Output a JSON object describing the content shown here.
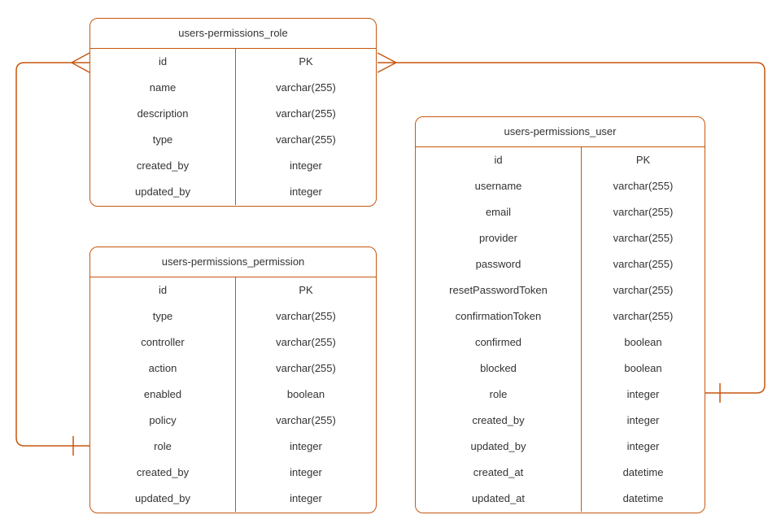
{
  "diagram": {
    "kind": "entity-relationship-diagram",
    "colors": {
      "accent": "#C5570F",
      "text": "#333333",
      "background": "#FFFFFF"
    }
  },
  "tables": [
    {
      "title": "users-permissions_role",
      "rows": [
        {
          "field": "id",
          "type": "PK"
        },
        {
          "field": "name",
          "type": "varchar(255)"
        },
        {
          "field": "description",
          "type": "varchar(255)"
        },
        {
          "field": "type",
          "type": "varchar(255)"
        },
        {
          "field": "created_by",
          "type": "integer"
        },
        {
          "field": "updated_by",
          "type": "integer"
        }
      ]
    },
    {
      "title": "users-permissions_permission",
      "rows": [
        {
          "field": "id",
          "type": "PK"
        },
        {
          "field": "type",
          "type": "varchar(255)"
        },
        {
          "field": "controller",
          "type": "varchar(255)"
        },
        {
          "field": "action",
          "type": "varchar(255)"
        },
        {
          "field": "enabled",
          "type": "boolean"
        },
        {
          "field": "policy",
          "type": "varchar(255)"
        },
        {
          "field": "role",
          "type": "integer"
        },
        {
          "field": "created_by",
          "type": "integer"
        },
        {
          "field": "updated_by",
          "type": "integer"
        }
      ]
    },
    {
      "title": "users-permissions_user",
      "rows": [
        {
          "field": "id",
          "type": "PK"
        },
        {
          "field": "username",
          "type": "varchar(255)"
        },
        {
          "field": "email",
          "type": "varchar(255)"
        },
        {
          "field": "provider",
          "type": "varchar(255)"
        },
        {
          "field": "password",
          "type": "varchar(255)"
        },
        {
          "field": "resetPasswordToken",
          "type": "varchar(255)"
        },
        {
          "field": "confirmationToken",
          "type": "varchar(255)"
        },
        {
          "field": "confirmed",
          "type": "boolean"
        },
        {
          "field": "blocked",
          "type": "boolean"
        },
        {
          "field": "role",
          "type": "integer"
        },
        {
          "field": "created_by",
          "type": "integer"
        },
        {
          "field": "updated_by",
          "type": "integer"
        },
        {
          "field": "created_at",
          "type": "datetime"
        },
        {
          "field": "updated_at",
          "type": "datetime"
        }
      ]
    }
  ],
  "relationships": [
    {
      "from_table": "users-permissions_role",
      "from_field": "id",
      "from_cardinality": "many",
      "to_table": "users-permissions_permission",
      "to_field": "role",
      "to_cardinality": "one"
    },
    {
      "from_table": "users-permissions_role",
      "from_field": "id",
      "from_cardinality": "many",
      "to_table": "users-permissions_user",
      "to_field": "role",
      "to_cardinality": "one"
    }
  ]
}
